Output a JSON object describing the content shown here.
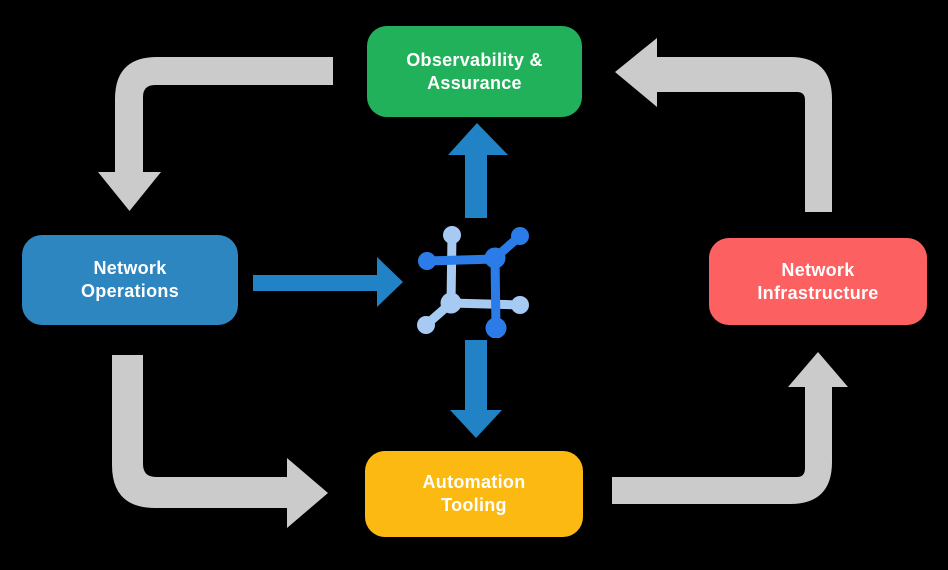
{
  "nodes": {
    "observability": {
      "line1": "Observability &",
      "line2": "Assurance",
      "color": "#21B15A"
    },
    "operations": {
      "line1": "Network",
      "line2": "Operations",
      "color": "#2E86C1"
    },
    "infrastructure": {
      "line1": "Network",
      "line2": "Infrastructure",
      "color": "#FC6060"
    },
    "automation": {
      "line1": "Automation",
      "line2": "Tooling",
      "color": "#FCB912"
    }
  },
  "icons": {
    "center": "network-mesh-icon"
  },
  "colors": {
    "background": "#000000",
    "node-green": "#21B15A",
    "node-blue": "#2E86C1",
    "node-red": "#FC6060",
    "node-yellow": "#FCB912",
    "cycle-arrow-gray": "#CBCBCB",
    "flow-arrow-blue": "#2182C5",
    "icon-blue-dark": "#2B7CE9",
    "icon-blue-light": "#A7CAF2",
    "text": "#FFFFFF"
  }
}
